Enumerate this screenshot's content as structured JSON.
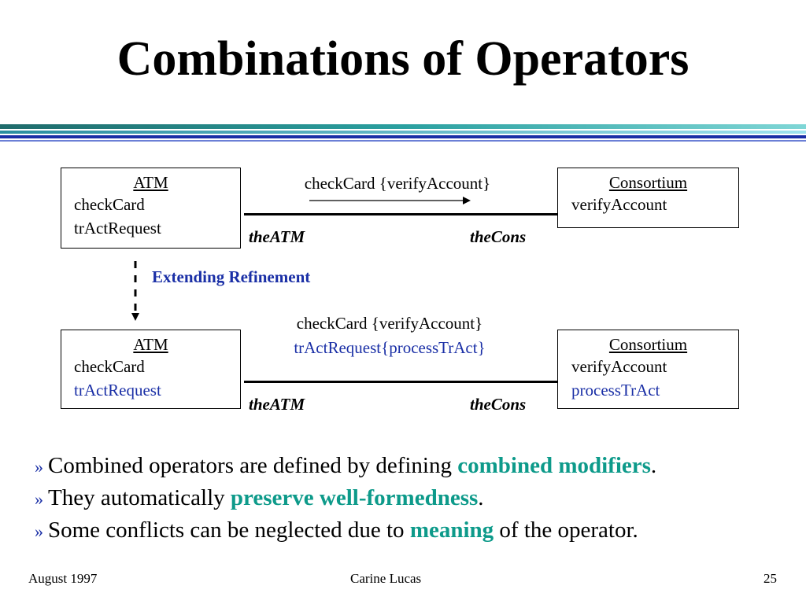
{
  "slide": {
    "title": "Combinations of Operators",
    "colors": {
      "accent_teal": "#0d9a8a",
      "accent_blue": "#1a2fa6",
      "bar_dark": "#1f6b6b"
    }
  },
  "diagram_top": {
    "left_box": {
      "title": "ATM",
      "ops": [
        "checkCard",
        "trActRequest"
      ]
    },
    "right_box": {
      "title": "Consortium",
      "ops": [
        "verifyAccount"
      ]
    },
    "message": "checkCard {verifyAccount}",
    "left_role": "theATM",
    "right_role": "theCons"
  },
  "refinement_label": "Extending Refinement",
  "diagram_bottom": {
    "left_box": {
      "title": "ATM",
      "ops": [
        "checkCard",
        "trActRequest"
      ]
    },
    "right_box": {
      "title": "Consortium",
      "ops": [
        "verifyAccount",
        "processTrAct"
      ]
    },
    "message_1": "checkCard {verifyAccount}",
    "message_2": "trActRequest{processTrAct}",
    "left_role": "theATM",
    "right_role": "theCons"
  },
  "bullets": [
    {
      "mark": "»",
      "before": "Combined operators are defined by defining ",
      "highlight": "combined modifiers",
      "after": "."
    },
    {
      "mark": "»",
      "before": "They automatically ",
      "highlight": "preserve well-formedness",
      "after": "."
    },
    {
      "mark": "»",
      "before": "Some conflicts can be neglected due to ",
      "highlight": "meaning",
      "after": " of the operator."
    }
  ],
  "footer": {
    "date": "August 1997",
    "author": "Carine Lucas",
    "page": "25"
  }
}
